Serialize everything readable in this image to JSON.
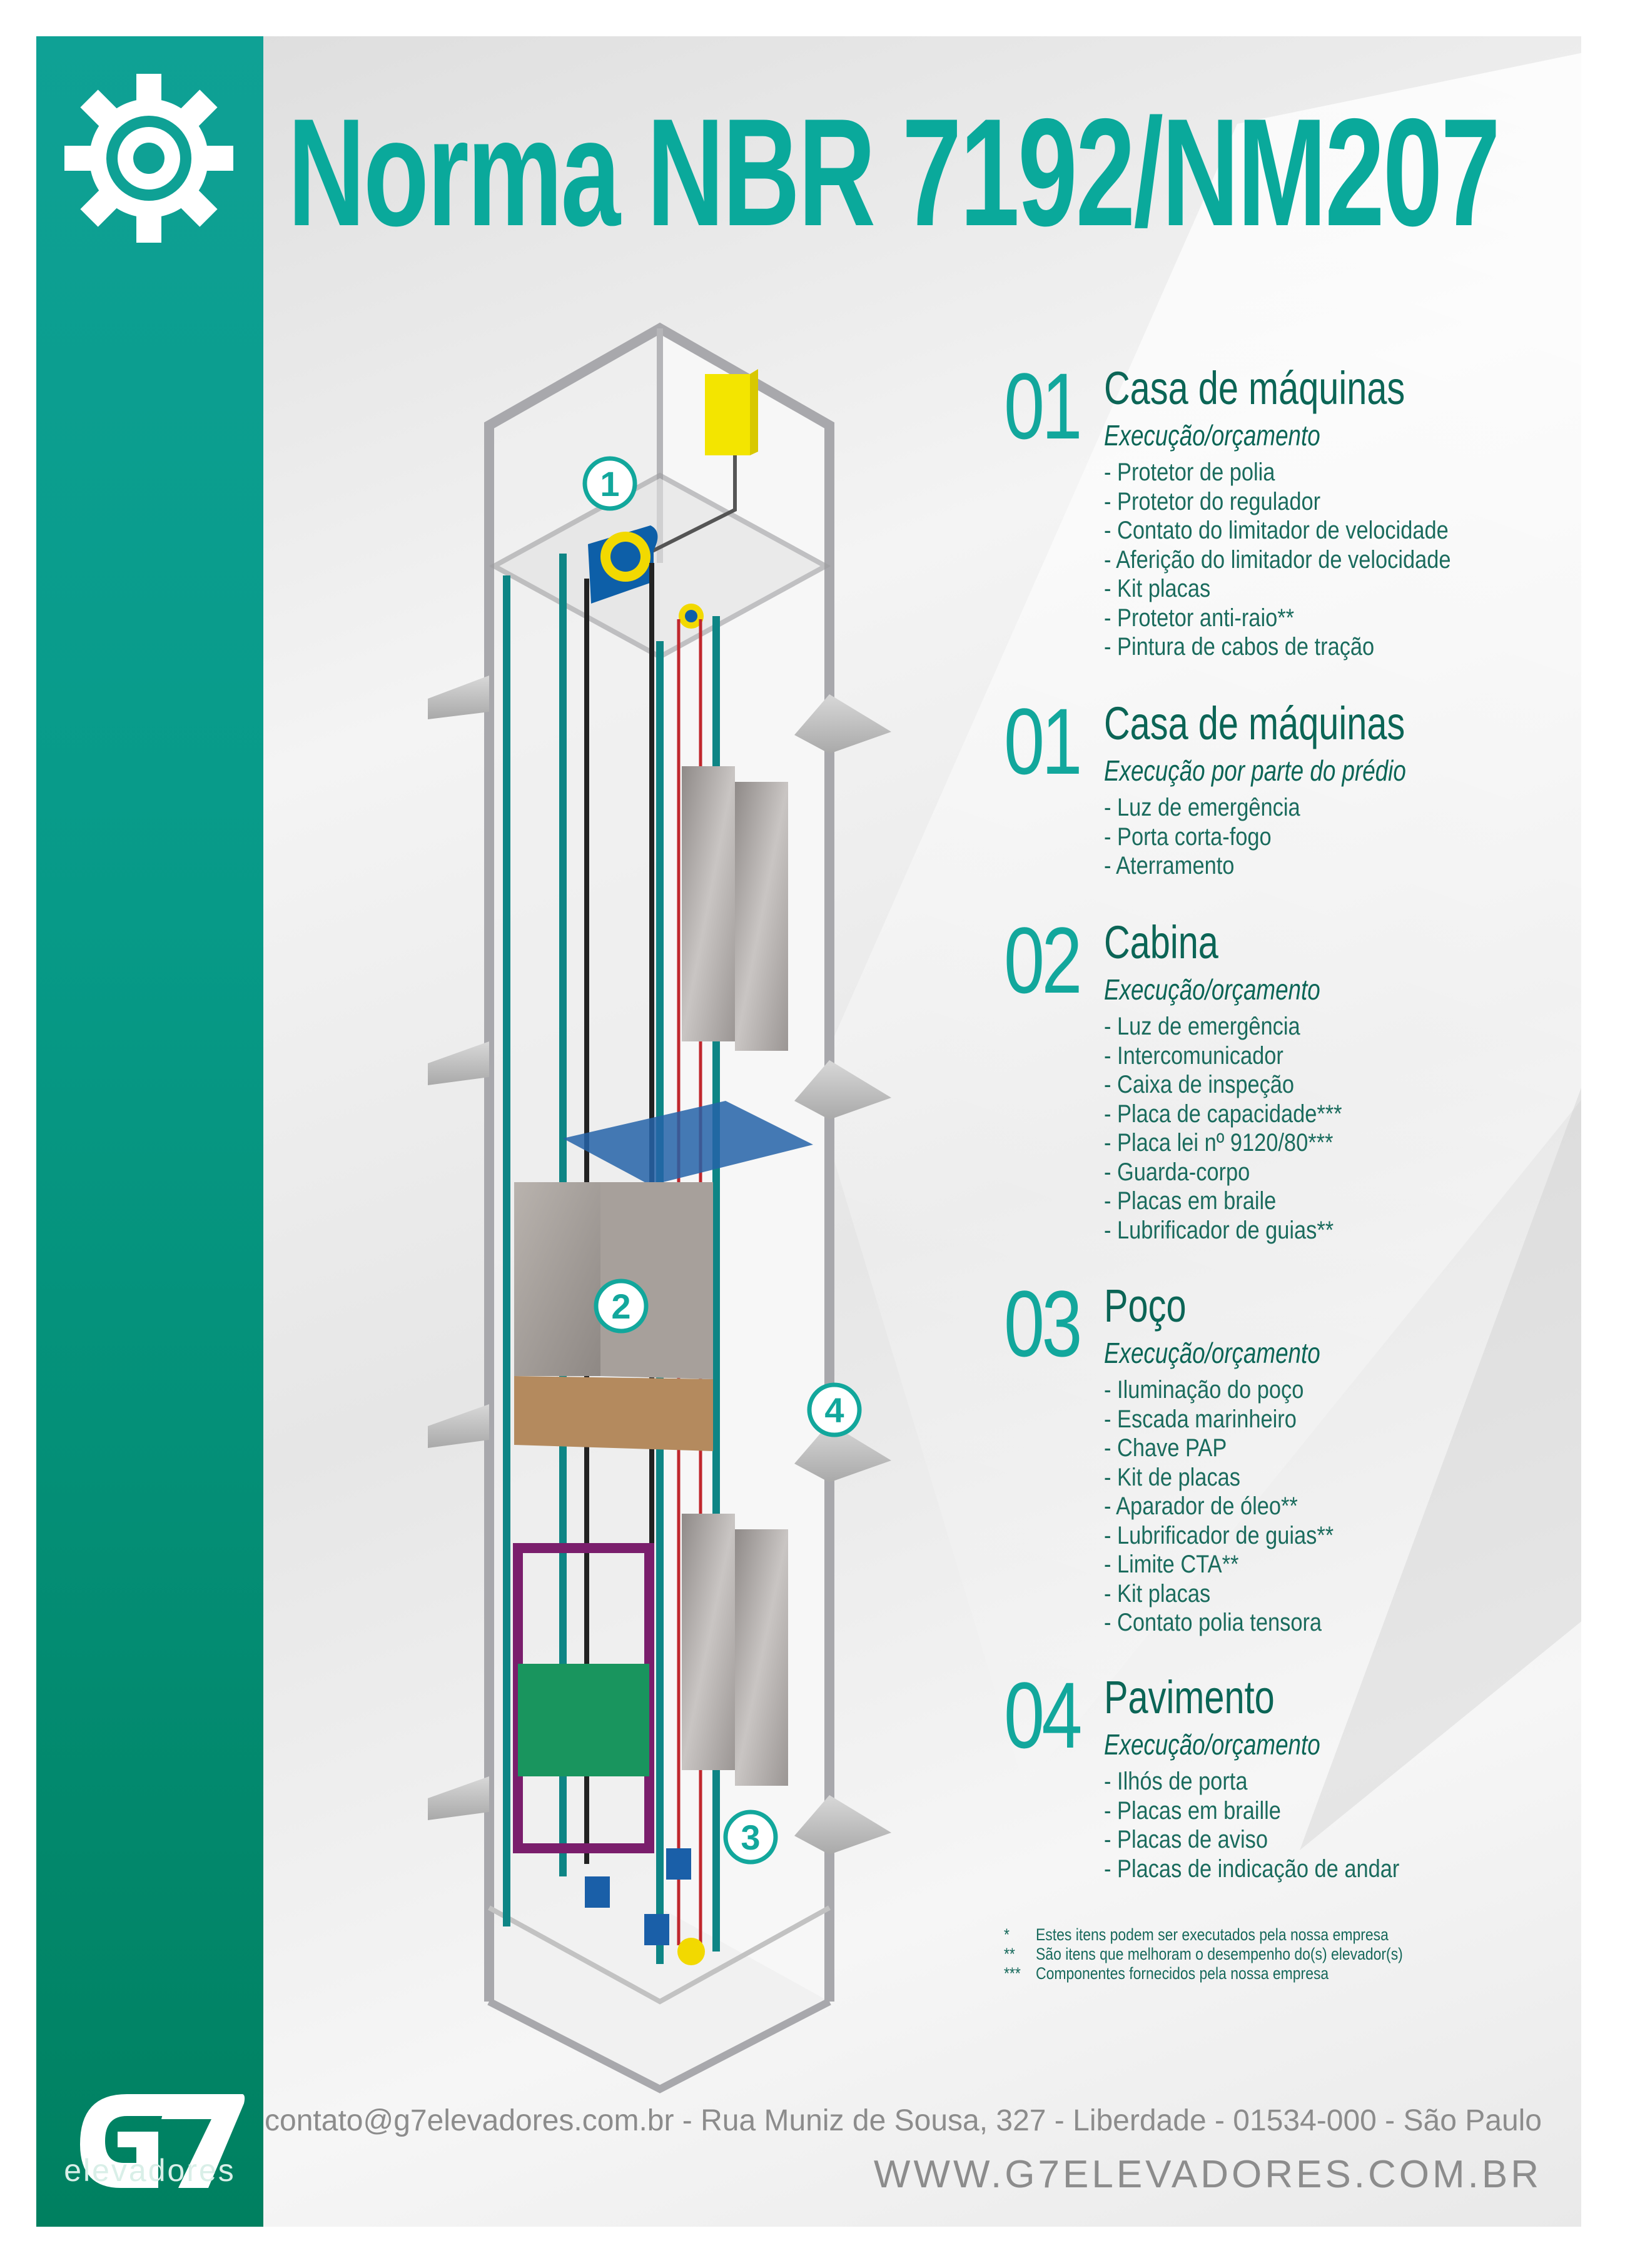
{
  "title": "Norma NBR 7192/NM207",
  "brand": {
    "logo_text": "G7",
    "logo_sub": "elevadores",
    "color_primary": "#0aa99b",
    "color_sidebar": "#008060"
  },
  "diagram": {
    "labels": [
      "1",
      "2",
      "3",
      "4"
    ]
  },
  "sections": [
    {
      "number": "01",
      "heading": "Casa de máquinas",
      "subtitle": "Execução/orçamento",
      "items": [
        "- Protetor de polia",
        "- Protetor do regulador",
        "- Contato do limitador de velocidade",
        "- Aferição do limitador de velocidade",
        "- Kit placas",
        "- Protetor anti-raio**",
        "- Pintura de cabos de tração"
      ]
    },
    {
      "number": "01",
      "heading": "Casa de máquinas",
      "subtitle": "Execução por parte do prédio",
      "items": [
        "- Luz de emergência",
        "- Porta corta-fogo",
        "- Aterramento"
      ]
    },
    {
      "number": "02",
      "heading": "Cabina",
      "subtitle": "Execução/orçamento",
      "items": [
        "- Luz de emergência",
        "- Intercomunicador",
        "- Caixa de inspeção",
        "- Placa de capacidade***",
        "- Placa lei nº 9120/80***",
        "- Guarda-corpo",
        "- Placas em braile",
        "- Lubrificador de guias**"
      ]
    },
    {
      "number": "03",
      "heading": "Poço",
      "subtitle": "Execução/orçamento",
      "items": [
        "- Iluminação do poço",
        "- Escada marinheiro",
        "- Chave PAP",
        "- Kit de placas",
        "- Aparador de óleo**",
        "- Lubrificador de guias**",
        "- Limite CTA**",
        "- Kit placas",
        "- Contato polia tensora"
      ]
    },
    {
      "number": "04",
      "heading": "Pavimento",
      "subtitle": "Execução/orçamento",
      "items": [
        "- Ilhós de porta",
        "- Placas em braille",
        "- Placas de aviso",
        "- Placas de indicação de andar"
      ]
    }
  ],
  "footnotes": [
    {
      "mark": "*",
      "text": "Estes itens podem ser executados pela nossa empresa"
    },
    {
      "mark": "**",
      "text": "São itens que melhoram o desempenho do(s) elevador(s)"
    },
    {
      "mark": "***",
      "text": "Componentes fornecidos pela nossa empresa"
    }
  ],
  "footer": {
    "contact": "contato@g7elevadores.com.br - Rua Muniz de Sousa, 327 - Liberdade - 01534-000 - São Paulo",
    "url": "WWW.G7ELEVADORES.COM.BR"
  }
}
